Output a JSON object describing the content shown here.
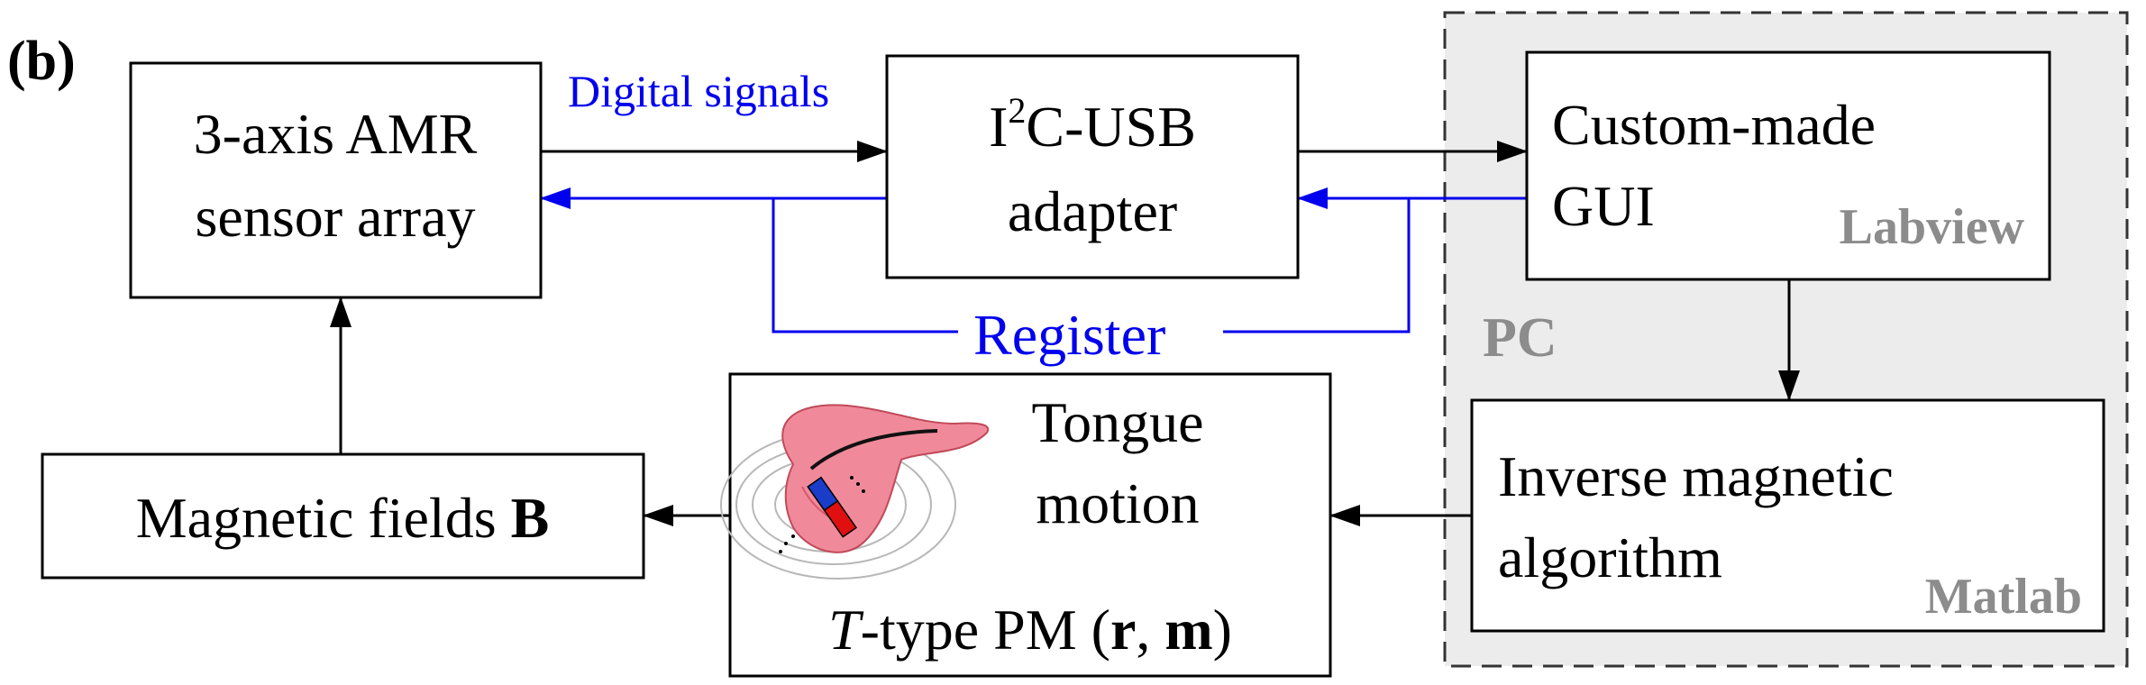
{
  "panel_label": "(b)",
  "sensor_box": {
    "line1": "3-axis AMR",
    "line2": "sensor array"
  },
  "adapter_box": {
    "line1_base": "I",
    "line1_sup": "2",
    "line1_rest": "C-USB",
    "line2": "adapter"
  },
  "gui_box": {
    "line1": "Custom-made",
    "line2": "GUI",
    "software": "Labview"
  },
  "algorithm_box": {
    "line1": "Inverse magnetic",
    "line2": "algorithm",
    "software": "Matlab"
  },
  "fields_box": {
    "text": "Magnetic fields ",
    "bold": "B"
  },
  "tongue_box": {
    "line1": "Tongue",
    "line2": "motion",
    "caption_italic": "T",
    "caption_mid": "-type PM (",
    "caption_r": "r",
    "caption_comma": ", ",
    "caption_m": "m",
    "caption_end": ")"
  },
  "pc_region": {
    "label": "PC"
  },
  "signals": {
    "digital": "Digital signals",
    "register": "Register"
  },
  "colors": {
    "signal_blue": "#0000ee",
    "pc_fill": "#ececec",
    "software_gray": "#8c8c8c",
    "tongue_pink": "#f08a9a"
  },
  "icons": [
    "tongue-icon",
    "magnet-icon"
  ]
}
